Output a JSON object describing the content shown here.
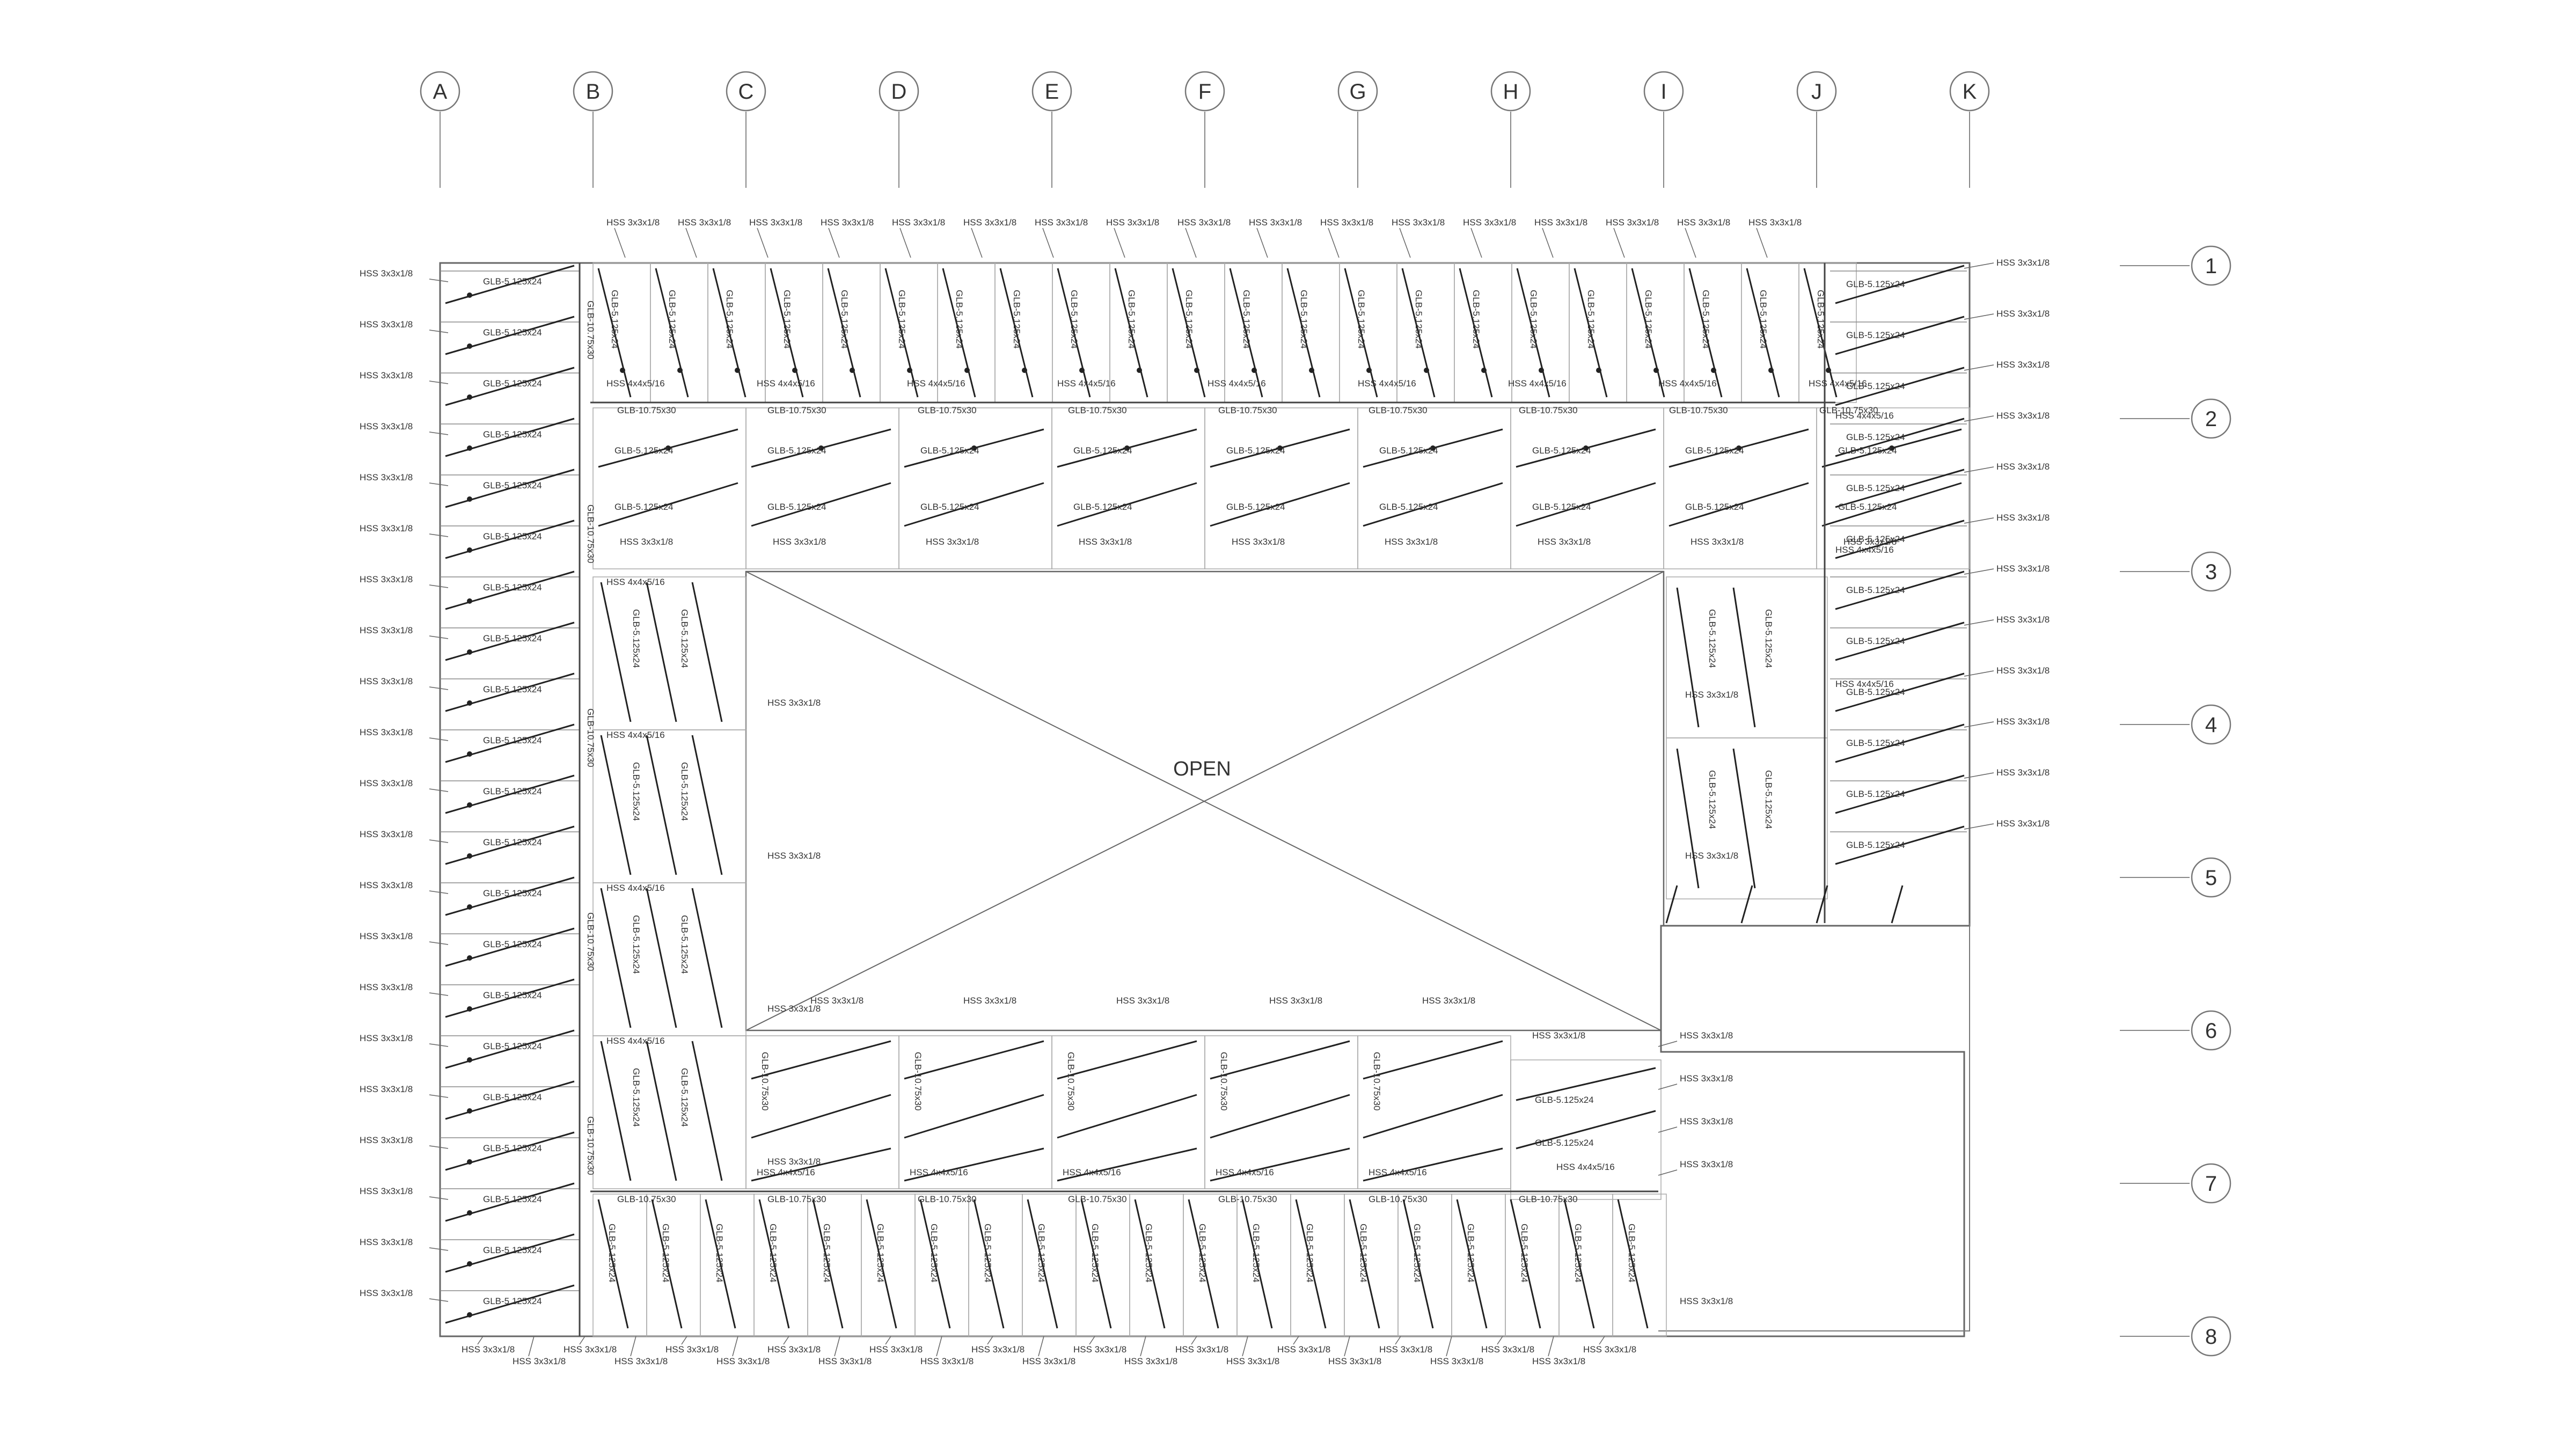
{
  "drawing": {
    "grid_columns": [
      "A",
      "B",
      "C",
      "D",
      "E",
      "F",
      "G",
      "H",
      "I",
      "J",
      "K"
    ],
    "grid_rows": [
      "1",
      "2",
      "3",
      "4",
      "5",
      "6",
      "7",
      "8"
    ],
    "open_label": "OPEN",
    "member_labels": {
      "hss_small": "HSS 3x3x1/8",
      "hss_large": "HSS 4x4x5/16",
      "glb_joist": "GLB-5.125x24",
      "glb_girder": "GLB-10.75x30"
    }
  }
}
